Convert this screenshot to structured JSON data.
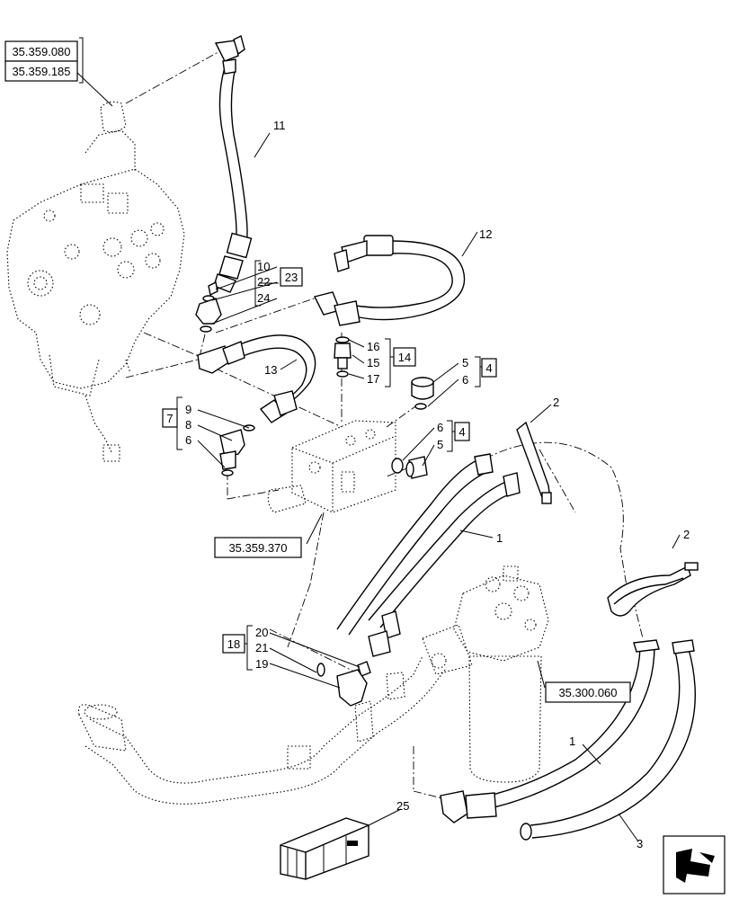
{
  "references": {
    "r1": "35.359.080",
    "r2": "35.359.185",
    "r3": "35.359.370",
    "r4": "35.300.060"
  },
  "callouts": {
    "c1a": "1",
    "c1b": "1",
    "c2a": "2",
    "c2b": "2",
    "c3": "3",
    "c4a": "4",
    "c4b": "4",
    "c5a": "5",
    "c5b": "5",
    "c6a": "6",
    "c6b": "6",
    "c6c": "6",
    "c7": "7",
    "c8": "8",
    "c9": "9",
    "c10": "10",
    "c11": "11",
    "c12": "12",
    "c13": "13",
    "c14": "14",
    "c15": "15",
    "c16": "16",
    "c17": "17",
    "c18": "18",
    "c19": "19",
    "c20": "20",
    "c21": "21",
    "c22": "22",
    "c23": "23",
    "c24": "24",
    "c25": "25"
  },
  "icons": {
    "navigation": "arrow-return-icon",
    "kit_box": "kit-box-icon"
  }
}
